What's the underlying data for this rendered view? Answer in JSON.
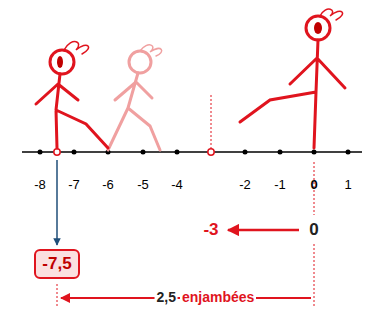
{
  "diagram": {
    "nodes": [
      {
        "text": [
          "-7,5"
        ]
      }
    ],
    "labels": [
      "-8",
      "-7",
      "-6",
      "-5",
      "-4",
      "-2",
      "-1",
      "0",
      "1",
      "-3",
      "0",
      "2,5",
      "enjambées"
    ]
  }
}
